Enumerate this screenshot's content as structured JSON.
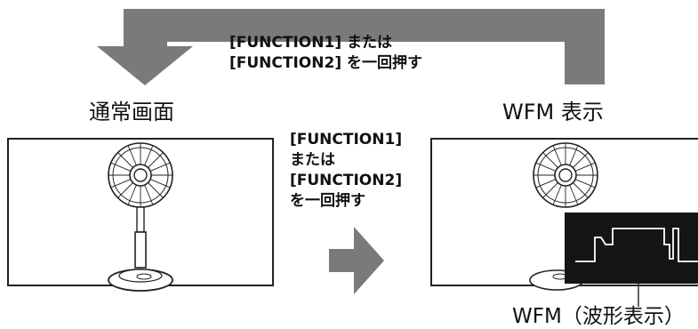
{
  "top_arrow": {
    "line1": "[FUNCTION1] または",
    "line2": "[FUNCTION2] を一回押す"
  },
  "left_title": "通常画面",
  "right_title": "WFM 表示",
  "middle_arrow": {
    "lines": [
      "[FUNCTION1]",
      "または",
      "[FUNCTION2]",
      "を一回押す"
    ]
  },
  "waveform_caption": "WFM（波形表示）",
  "colors": {
    "arrow_gray": "#7a7a7a",
    "waveform_bg": "#151515",
    "waveform_line": "#ffffff",
    "frame_border": "#222222"
  },
  "icons": {
    "left_image": "electric-fan",
    "right_image": "electric-fan",
    "waveform": "waveform-trace"
  }
}
